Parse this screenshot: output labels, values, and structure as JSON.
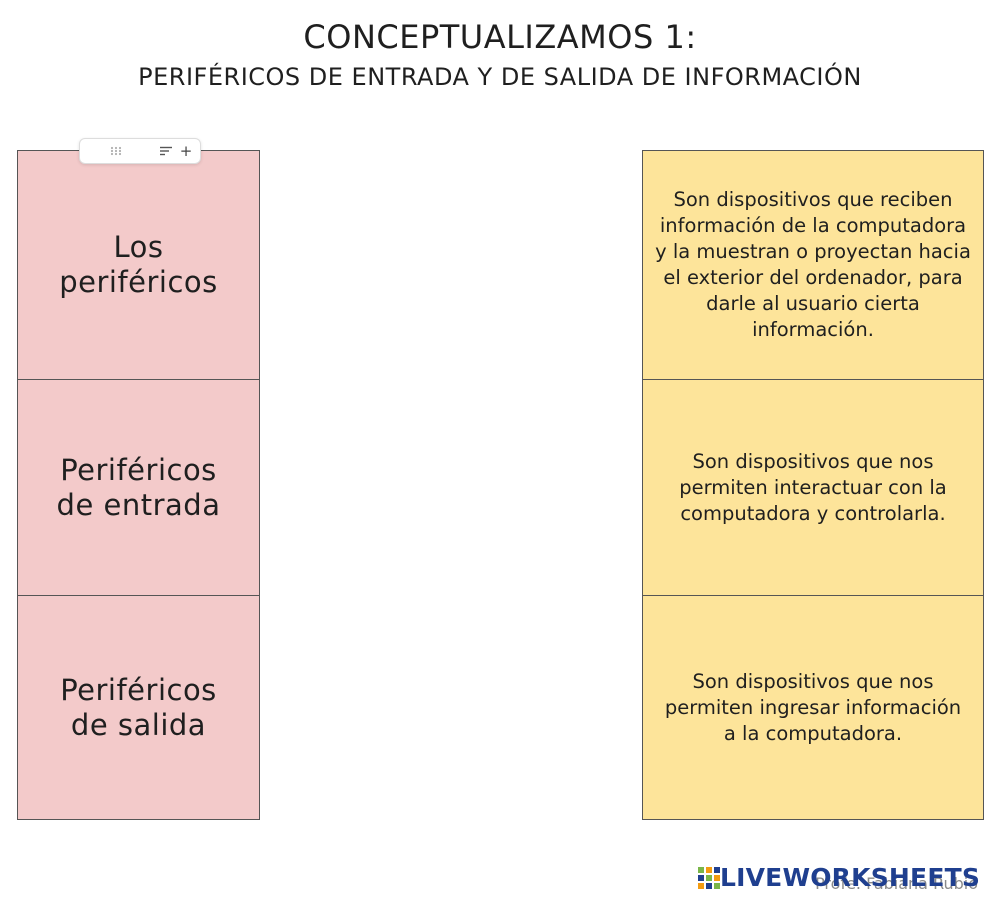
{
  "title": {
    "main": "CONCEPTUALIZAMOS 1:",
    "sub": "PERIFÉRICOS DE ENTRADA Y DE SALIDA DE INFORMACIÓN"
  },
  "left_cards": [
    {
      "text": "Los periféricos"
    },
    {
      "text": "Periféricos de entrada"
    },
    {
      "text": "Periféricos de salida"
    }
  ],
  "right_cards": [
    {
      "text": "Son dispositivos que reciben información de la computadora y la muestran o proyectan hacia el exterior del ordenador, para darle al usuario cierta información."
    },
    {
      "text": "Son dispositivos que nos permiten interactuar con la computadora y controlarla."
    },
    {
      "text": "Son dispositivos que nos permiten ingresar información a la computadora."
    }
  ],
  "toolbar": {
    "icons": [
      "drag-handle-icon",
      "sort-lines-icon",
      "plus-icon"
    ],
    "plus_label": "+"
  },
  "footer": {
    "brand": "LIVEWORKSHEETS",
    "author": "Profe. Fabiana Rubio"
  },
  "colors": {
    "left_card_bg": "#f3caca",
    "right_card_bg": "#fde49a",
    "brand_blue": "#1f3f8f",
    "brand_green": "#7ab648",
    "brand_orange": "#f39c12"
  }
}
